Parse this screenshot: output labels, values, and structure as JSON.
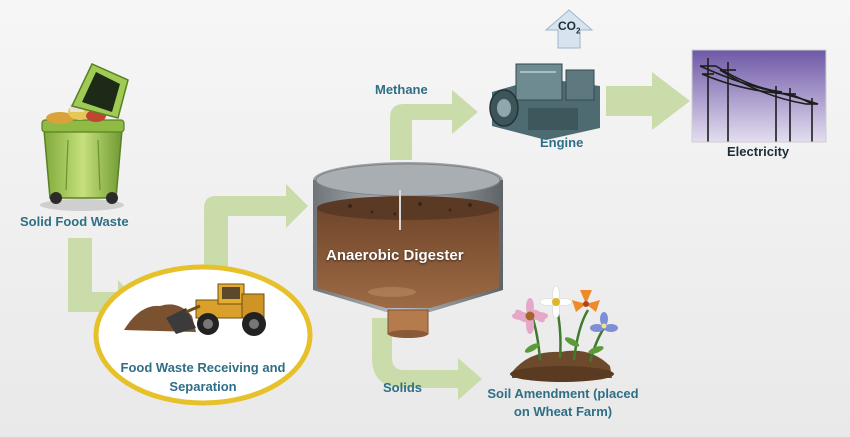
{
  "labels": {
    "solid_food_waste": "Solid Food Waste",
    "receiving_line1": "Food Waste Receiving and",
    "receiving_line2": "Separation",
    "methane": "Methane",
    "co2_main": "CO",
    "co2_sub": "2",
    "engine": "Engine",
    "electricity": "Electricity",
    "digester": "Anaerobic Digester",
    "solids": "Solids",
    "soil_line1": "Soil Amendment (placed",
    "soil_line2": "on Wheat Farm)"
  },
  "colors": {
    "background": "#efefef",
    "arrow_fill": "#c9dcaa",
    "label_teal": "#2f6f86",
    "label_dark": "#1c2e3a",
    "ellipse_stroke": "#e6c12a",
    "digester_body": "#8a8f94",
    "digester_contents": "#8a5a3a",
    "electricity_sky": "#9b86c4"
  },
  "icons": [
    "trash-bin-icon",
    "bulldozer-icon",
    "engine-icon",
    "power-lines-icon",
    "flowers-icon",
    "up-arrow-icon"
  ]
}
